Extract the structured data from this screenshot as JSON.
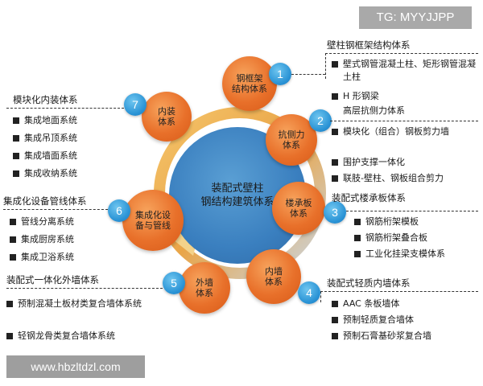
{
  "badge": "TG: MYYJJPP",
  "watermark": "www.hbzltdzl.com",
  "center": "装配式壁柱\n钢结构建筑体系",
  "nodes": [
    {
      "num": "1",
      "label": "钢框架\n结构体系"
    },
    {
      "num": "2",
      "label": "抗侧力\n体系"
    },
    {
      "num": "3",
      "label": "楼承板\n体系"
    },
    {
      "num": "4",
      "label": "内墙\n体系"
    },
    {
      "num": "5",
      "label": "外墙\n体系"
    },
    {
      "num": "6",
      "label": "集成化设\n备与管线"
    },
    {
      "num": "7",
      "label": "内装\n体系"
    }
  ],
  "groups": {
    "g1": {
      "title": "壁柱钢框架结构体系",
      "items": [
        "壁式钢管混凝土柱、矩形钢管混凝土柱",
        "H 形钢梁",
        "高层抗侧力体系"
      ]
    },
    "g2": {
      "items": [
        "模块化（组合）钢板剪力墙",
        "围护支撑一体化",
        "联肢-壁柱、钢板组合剪力"
      ]
    },
    "g3": {
      "title": "装配式楼承板体系",
      "items": [
        "钢筋桁架模板",
        "钢筋桁架叠合板",
        "工业化挂梁支模体系"
      ]
    },
    "g4": {
      "title": "装配式轻质内墙体系",
      "items": [
        "AAC 条板墙体",
        "预制轻质复合墙体",
        "预制石膏基砂浆复合墙"
      ]
    },
    "g5": {
      "title": "装配式一体化外墙体系",
      "items": [
        "预制混凝土板材类复合墙体系统",
        "轻钢龙骨类复合墙体系统"
      ]
    },
    "g6": {
      "title": "集成化设备管线体系",
      "items": [
        "管线分离系统",
        "集成厨房系统",
        "集成卫浴系统"
      ]
    },
    "g7": {
      "title": "模块化内装体系",
      "items": [
        "集成地面系统",
        "集成吊顶系统",
        "集成墙面系统",
        "集成收纳系统"
      ]
    }
  }
}
